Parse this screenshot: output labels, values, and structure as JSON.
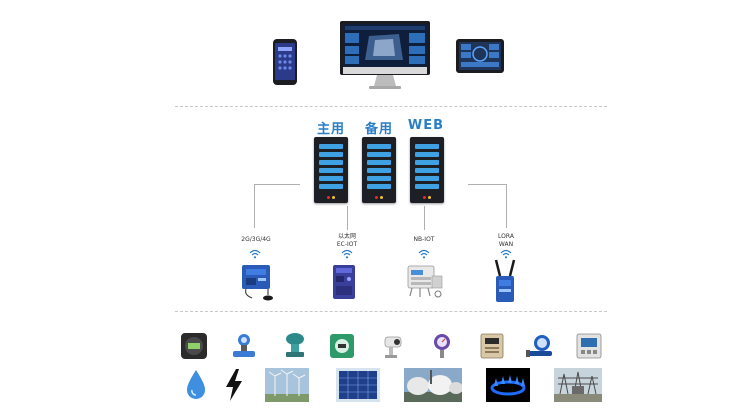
{
  "servers": {
    "primary_label": "主用",
    "backup_label": "备用",
    "web_label": "WEB"
  },
  "gateways": {
    "cellular_label": "2G/3G/4G",
    "ethernet_label_line1": "以太网",
    "ethernet_label_line2": "EC-IOT",
    "nbiot_label": "NB-IOT",
    "lora_label_line1": "LORA",
    "lora_label_line2": "WAN"
  },
  "colors": {
    "accent_blue": "#2a7ec8",
    "rack_body": "#1d1f25",
    "rack_slot": "#3fa0e4"
  },
  "icons": {
    "clients": [
      "smartphone-icon",
      "desktop-monitor-icon",
      "tablet-icon"
    ],
    "gateways": [
      "4g-gateway-icon",
      "ethernet-gateway-icon",
      "nbiot-module-icon",
      "lora-gateway-icon"
    ],
    "sensors": [
      "meter-icon",
      "flowmeter-icon",
      "pressure-transmitter-icon",
      "valve-meter-icon",
      "camera-icon",
      "pressure-gauge-icon",
      "energy-meter-icon",
      "water-meter-icon",
      "power-meter-icon"
    ],
    "resources": [
      "water-drop-icon",
      "lightning-icon",
      "wind-farm-icon",
      "solar-panel-icon",
      "oil-tank-icon",
      "gas-flame-icon",
      "substation-icon"
    ]
  }
}
